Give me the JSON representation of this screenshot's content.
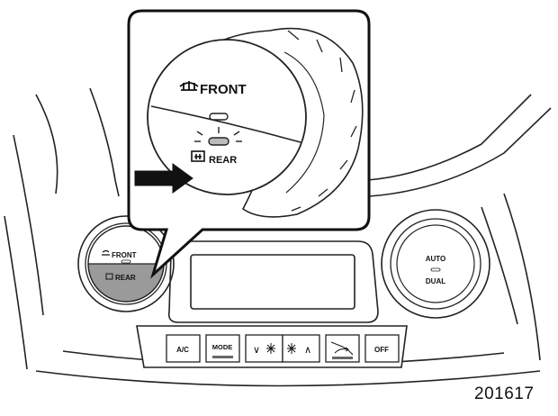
{
  "figure_number": "201617",
  "left_knob": {
    "front_label": "FRONT",
    "rear_label": "REAR"
  },
  "zoom_knob": {
    "front_label": "FRONT",
    "rear_label": "REAR"
  },
  "right_knob": {
    "auto_label": "AUTO",
    "dual_label": "DUAL"
  },
  "buttons": {
    "ac_label": "A/C",
    "mode_label": "MODE",
    "fan_down_label": "∨",
    "fan_up_label": "∧",
    "off_label": "OFF"
  },
  "icons": {
    "defrost_front": "front-defroster-icon",
    "defrost_rear": "rear-defroster-icon",
    "fan": "fan-icon",
    "recirculation": "recirculation-icon",
    "press_arrow": "press-arrow-icon"
  }
}
